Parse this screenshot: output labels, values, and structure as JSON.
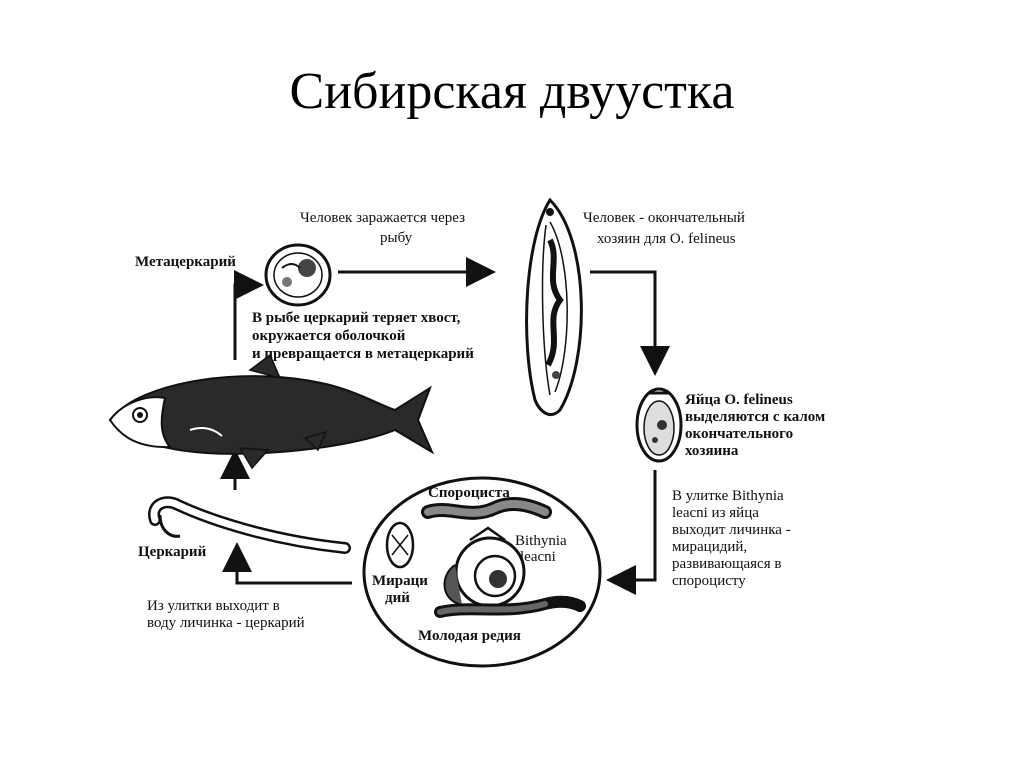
{
  "slide": {
    "title": "Сибирская двуустка"
  },
  "diagram": {
    "labels": {
      "metacercaria": "Метацеркарий",
      "human_infected_l1": "Человек заражается через",
      "human_infected_l2": "рыбу",
      "definitive_host_l1": "Человек - окончательный",
      "definitive_host_l2": "хозяин для  O. felineus",
      "fish_cercaria_l1": "В рыбе церкарий теряет хвост,",
      "fish_cercaria_l2": "окружается оболочкой",
      "fish_cercaria_l3": "и превращается в метацеркарий",
      "eggs_l1": "Яйца O. felineus",
      "eggs_l2": "выделяются с калом",
      "eggs_l3": "окончательного",
      "eggs_l4": "хозяина",
      "snail_l1": "В улитке Bithynia",
      "snail_l2": "leacni из яйца",
      "snail_l3": "выходит личинка -",
      "snail_l4": "мирацидий,",
      "snail_l5": "развивающаяся в",
      "snail_l6": "спороцисту",
      "sporocyst": "Спороциста",
      "bithynia_l1": "Bithynia",
      "bithynia_l2": "leacni",
      "miracidium_l1": "Мираци",
      "miracidium_l2": "дий",
      "young_redia": "Молодая редия",
      "cercaria": "Церкарий",
      "from_snail_l1": "Из улитки выходит в",
      "from_snail_l2": "воду личинка - церкарий"
    }
  }
}
